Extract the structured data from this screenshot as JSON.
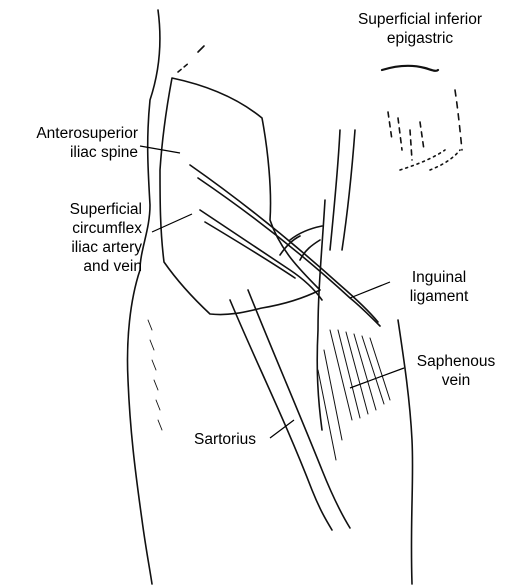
{
  "labels": {
    "superficial_inferior_epigastric": [
      "Superficial inferior",
      "epigastric"
    ],
    "anterosuperior_iliac_spine": [
      "Anterosuperior",
      "iliac spine"
    ],
    "superficial_circumflex_iliac": [
      "Superficial",
      "circumflex",
      "iliac artery",
      "and vein"
    ],
    "inguinal_ligament": [
      "Inguinal",
      "ligament"
    ],
    "saphenous_vein": [
      "Saphenous",
      "vein"
    ],
    "sartorius": [
      "Sartorius"
    ]
  }
}
